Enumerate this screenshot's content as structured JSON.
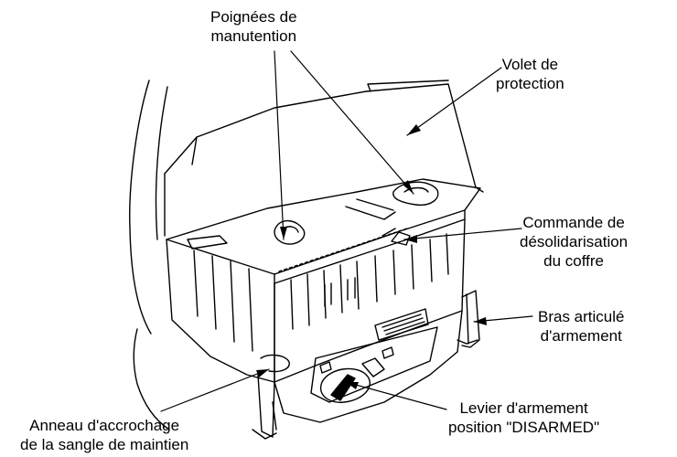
{
  "labels": {
    "poignees": [
      "Poignées de",
      "manutention"
    ],
    "volet": [
      "Volet de",
      "protection"
    ],
    "commande": [
      "Commande de",
      "désolidarisation",
      "du coffre"
    ],
    "bras": [
      "Bras articulé",
      "d'armement"
    ],
    "levier": [
      "Levier d'armement",
      "position \"DISARMED\""
    ],
    "anneau": [
      "Anneau d'accrochage",
      "de la sangle de maintien"
    ]
  },
  "colors": {
    "line": "#000000",
    "background": "#ffffff"
  }
}
